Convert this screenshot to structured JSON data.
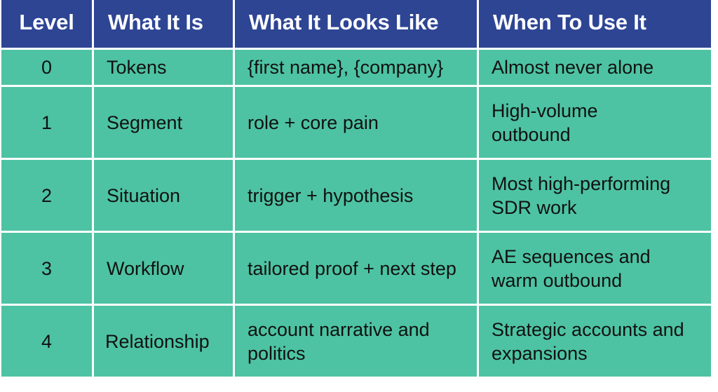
{
  "table": {
    "header_bg": "#2e4594",
    "body_bg": "#4dc3a3",
    "grid_color": "#ffffff",
    "columns": [
      "Level",
      "What It Is",
      "What It Looks Like",
      "When To Use It"
    ],
    "rows": [
      {
        "level": "0",
        "what_it_is": "Tokens",
        "looks_like": "{first name}, {company}",
        "when_to_use": "Almost never alone"
      },
      {
        "level": "1",
        "what_it_is": "Segment",
        "looks_like": "role + core pain",
        "when_to_use": "High-volume outbound"
      },
      {
        "level": "2",
        "what_it_is": "Situation",
        "looks_like": "trigger + hypothesis",
        "when_to_use": "Most high-performing SDR work"
      },
      {
        "level": "3",
        "what_it_is": "Workflow",
        "looks_like": "tailored proof + next step",
        "when_to_use": "AE sequences and warm outbound"
      },
      {
        "level": "4",
        "what_it_is": "Relationship",
        "looks_like": "account narrative and politics",
        "when_to_use": "Strategic accounts and expansions"
      }
    ]
  }
}
